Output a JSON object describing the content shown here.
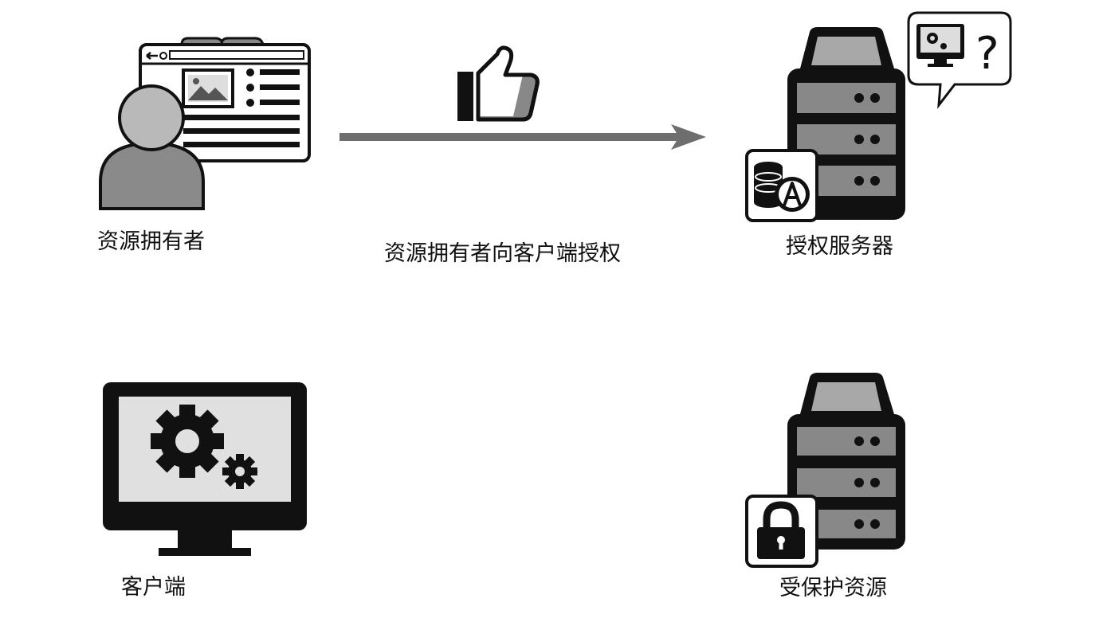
{
  "nodes": {
    "resource_owner": {
      "label": "资源拥有者",
      "icon": "user-with-browser-icon"
    },
    "authorization_server": {
      "label": "授权服务器",
      "icon": "server-icon",
      "badge_icon": "database-auth-icon",
      "bubble_icon": "monitor-question-bubble-icon"
    },
    "client": {
      "label": "客户端",
      "icon": "monitor-gears-icon"
    },
    "protected_resource": {
      "label": "受保护资源",
      "icon": "server-icon",
      "badge_icon": "padlock-icon"
    }
  },
  "edges": [
    {
      "from": "resource_owner",
      "to": "authorization_server",
      "label": "资源拥有者向客户端授权",
      "icon": "thumbs-up-icon",
      "color": "#6e6e6e"
    }
  ]
}
